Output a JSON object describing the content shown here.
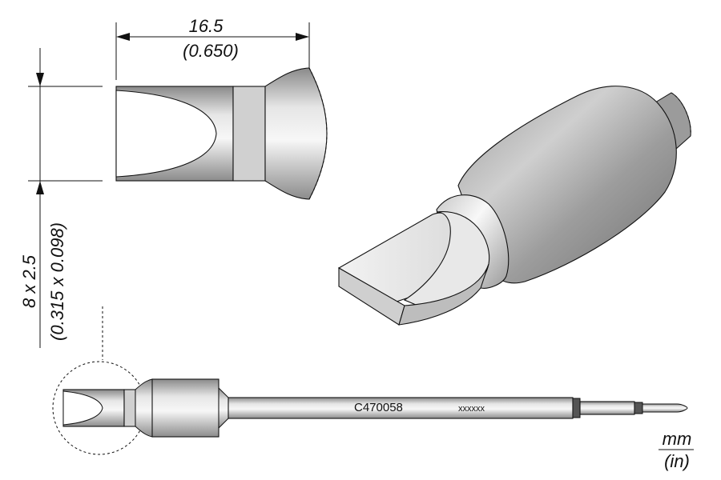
{
  "dimensions": {
    "length_mm": "16.5",
    "length_in": "(0.650)",
    "tip_mm": "8 x 2.5",
    "tip_in": "(0.315 x 0.098)"
  },
  "part": {
    "code": "C470058",
    "serial": "xxxxxx"
  },
  "units": {
    "primary": "mm",
    "secondary": "(in)"
  }
}
